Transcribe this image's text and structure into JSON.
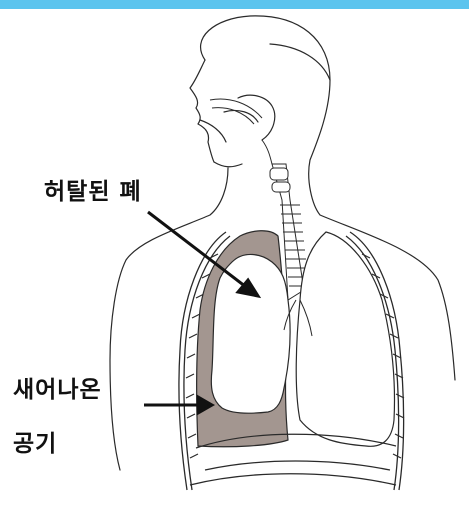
{
  "colors": {
    "top_bar": "#5bc4ee",
    "outline": "#2a2a2a",
    "air_fill": "#a39690",
    "lung_fill": "#ffffff",
    "text": "#111111"
  },
  "labels": {
    "collapsed_lung": "허탈된 폐",
    "leaked_air_line1": "새어나온",
    "leaked_air_line2": "공기"
  }
}
